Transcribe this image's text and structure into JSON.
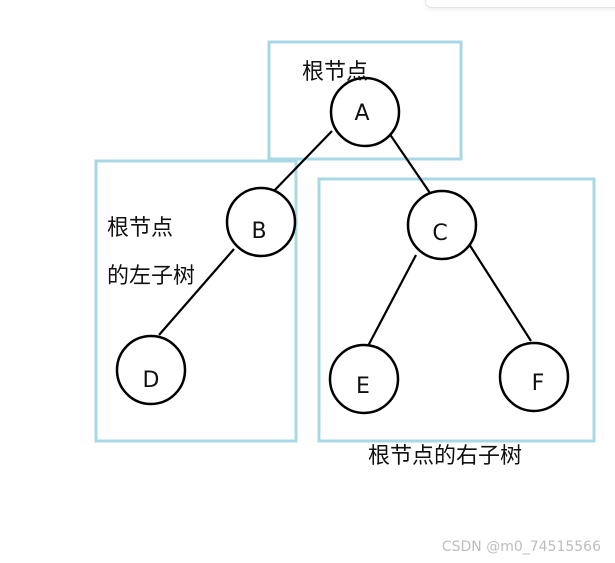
{
  "colors": {
    "box_border": "#a8d8e6",
    "edge": "#000000",
    "node_stroke": "#000000",
    "watermark": "#bdbdbd"
  },
  "nodes": {
    "A": "A",
    "B": "B",
    "C": "C",
    "D": "D",
    "E": "E",
    "F": "F"
  },
  "labels": {
    "root_node": "根节点",
    "left_subtree_line1": "根节点",
    "left_subtree_line2": "的左子树",
    "right_subtree": "根节点的右子树"
  },
  "watermark": "CSDN @m0_74515566"
}
